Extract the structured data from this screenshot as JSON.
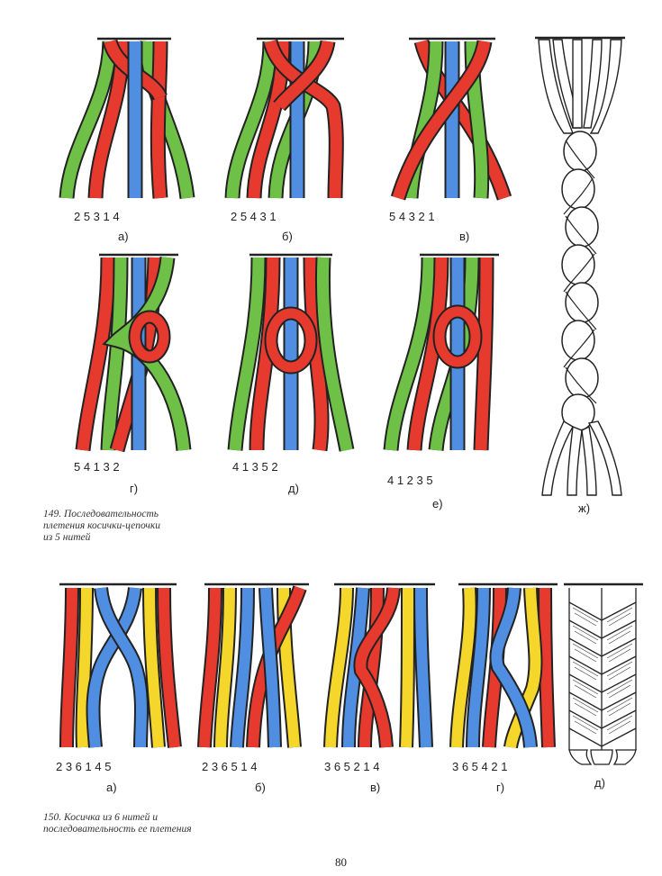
{
  "colors": {
    "red": "#e63a2e",
    "green": "#6fc046",
    "blue": "#4f8ee0",
    "yellow": "#f5d62a",
    "outline": "#222222",
    "white": "#ffffff"
  },
  "fig149": {
    "panels": [
      {
        "label": "а)",
        "numbers": "2 5     3   1   4"
      },
      {
        "label": "б)",
        "numbers": "2 5  4  3     1"
      },
      {
        "label": "в)",
        "numbers": "5  4     3   2   1"
      },
      {
        "label": "г)",
        "numbers": "5 4 1    3      2"
      },
      {
        "label": "д)",
        "numbers": "4  1     3    5  2"
      },
      {
        "label": "е)",
        "numbers": "4  1   2   3   5"
      },
      {
        "label": "ж)",
        "numbers": ""
      }
    ],
    "caption": [
      "149. Последовательность",
      "плетения косички-цепочки",
      "из 5 нитей"
    ]
  },
  "fig150": {
    "panels": [
      {
        "label": "а)",
        "numbers": "2 3 6          1  4  5"
      },
      {
        "label": "б)",
        "numbers": "2 3 6 5    1   4"
      },
      {
        "label": "в)",
        "numbers": "3  6  5    2   1  4"
      },
      {
        "label": "г)",
        "numbers": "3   6 5  4  2  1"
      },
      {
        "label": "д)",
        "numbers": ""
      }
    ],
    "caption": [
      "150. Косичка из 6 нитей и",
      "последовательность ее плетения"
    ]
  },
  "page_number": "80"
}
